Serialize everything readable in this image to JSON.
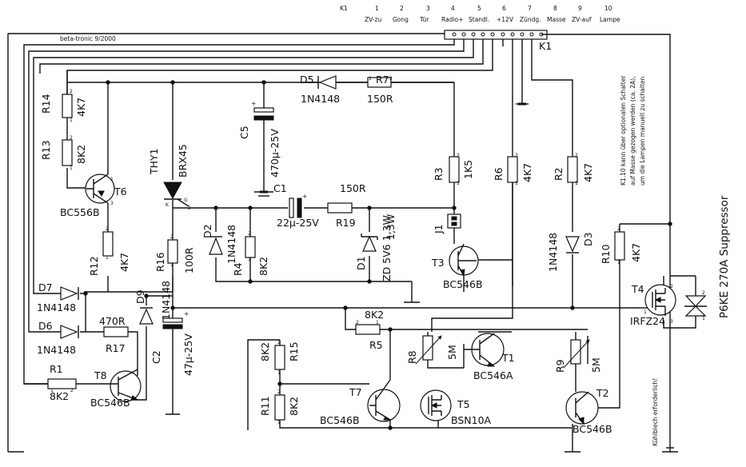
{
  "header": {
    "k1": "K1",
    "numbers": [
      "1",
      "2",
      "3",
      "4",
      "5",
      "6",
      "7",
      "8",
      "9",
      "10"
    ],
    "functions": [
      "ZV-zu",
      "Gong",
      "Tür",
      "Radio+",
      "Standl.",
      "+12V",
      "Zündg.",
      "Masse",
      "ZV-auf",
      "Lampe"
    ]
  },
  "title": "beta-tronic 9/2000",
  "connector_label": "K1",
  "note": [
    "K1.10 kann über optionalen Schalter",
    "auf Masse gezogen werden (ca. 2A),",
    "um die Lampen manuell zu schalten"
  ],
  "heatsink_note": "Kühlblech erforderlich!",
  "suppressor": "P6KE 270A Suppressor",
  "components": {
    "r14": {
      "ref": "R14",
      "val": "4K7"
    },
    "r13": {
      "ref": "R13",
      "val": "8K2"
    },
    "t6": {
      "ref": "T6",
      "val": "BC556B"
    },
    "thy1": {
      "ref": "THY1",
      "val": "BRX45"
    },
    "d5": {
      "ref": "D5",
      "val": "1N4148"
    },
    "r7": {
      "ref": "R7",
      "val": "150R"
    },
    "c5": {
      "ref": "C5",
      "val": "470µ-25V"
    },
    "r3": {
      "ref": "R3",
      "val": "1K5"
    },
    "r6": {
      "ref": "R6",
      "val": "4K7"
    },
    "r2": {
      "ref": "R2",
      "val": "4K7"
    },
    "c1": {
      "ref": "C1",
      "val": "22µ-25V"
    },
    "r19": {
      "ref": "R19",
      "val": "150R",
      "val2": "1,3W"
    },
    "d2": {
      "ref": "D2",
      "val": "1N4148"
    },
    "r4": {
      "ref": "R4",
      "val": "8K2"
    },
    "d1": {
      "ref": "D1",
      "val": "ZD 5V6 1,3W"
    },
    "j1": {
      "ref": "J1"
    },
    "t3": {
      "ref": "T3",
      "val": "BC546B"
    },
    "d3": {
      "ref": "D3",
      "val": "1N4148"
    },
    "r12": {
      "ref": "R12",
      "val": "4K7"
    },
    "r16": {
      "ref": "R16",
      "val": "100R"
    },
    "d7": {
      "ref": "D7",
      "val": "1N4148"
    },
    "d9": {
      "ref": "D9",
      "val": "1N4148"
    },
    "d6": {
      "ref": "D6",
      "val": "1N4148"
    },
    "r17": {
      "ref": "R17",
      "val": "470R"
    },
    "c2": {
      "ref": "C2",
      "val": "47µ-25V"
    },
    "r1": {
      "ref": "R1",
      "val": "8K2"
    },
    "t8": {
      "ref": "T8",
      "val": "BC546B"
    },
    "r5": {
      "ref": "R5",
      "val": "8K2"
    },
    "r8": {
      "ref": "R8",
      "val": "5M"
    },
    "t1": {
      "ref": "T1",
      "val": "BC546A"
    },
    "r9": {
      "ref": "R9",
      "val": "5M"
    },
    "r15": {
      "ref": "R15",
      "val": "8K2"
    },
    "r11": {
      "ref": "R11",
      "val": "8K2"
    },
    "t7": {
      "ref": "T7",
      "val": "BC546B"
    },
    "t5": {
      "ref": "T5",
      "val": "BSN10A"
    },
    "t2": {
      "ref": "T2",
      "val": "BC546B"
    },
    "r10": {
      "ref": "R10",
      "val": "4K7"
    },
    "t4": {
      "ref": "T4",
      "val": "IRFZ24"
    }
  }
}
